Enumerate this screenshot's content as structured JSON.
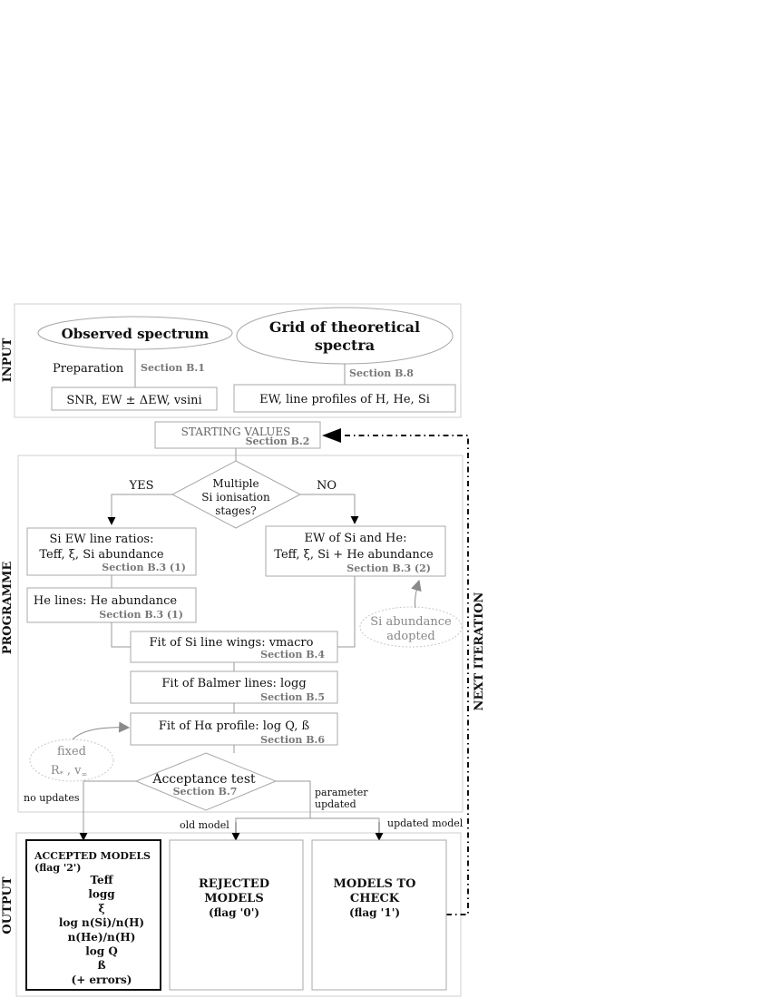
{
  "sections": {
    "input": "INPUT",
    "programme": "PROGRAMME",
    "output": "OUTPUT",
    "next_iteration": "NEXT ITERATION"
  },
  "input": {
    "observed_spectrum": "Observed spectrum",
    "grid_line1": "Grid of theoretical",
    "grid_line2": "spectra",
    "preparation": "Preparation",
    "section_b1": "Section B.1",
    "section_b8": "Section B.8",
    "snr_box": "SNR, EW ± ΔEW, vsini",
    "ew_profiles_box": "EW, line profiles of H, He, Si"
  },
  "starting": {
    "label": "STARTING VALUES",
    "section": "Section B.2"
  },
  "programme": {
    "decision_line1": "Multiple",
    "decision_line2": "Si ionisation",
    "decision_line3": "stages?",
    "yes": "YES",
    "no": "NO",
    "si_ratios_line1": "Si EW line ratios:",
    "si_ratios_line2": "Teff, ξ, Si abundance",
    "section_b3_1a": "Section B.3 (1)",
    "ew_si_he_line1": "EW of Si and He:",
    "ew_si_he_line2": "Teff, ξ, Si + He abundance",
    "section_b3_2": "Section B.3 (2)",
    "he_lines": "He lines: He abundance",
    "section_b3_1b": "Section B.3 (1)",
    "si_adopted_line1": "Si abundance",
    "si_adopted_line2": "adopted",
    "fit_si_wings": "Fit of Si line wings: vmacro",
    "section_b4": "Section B.4",
    "fit_balmer": "Fit of Balmer lines:  logg",
    "section_b5": "Section B.5",
    "fit_halpha": "Fit of Hα profile:  log Q, ß",
    "section_b6": "Section B.6",
    "fixed_line1": "fixed",
    "fixed_line2": "R",
    "fixed_sub1": "*",
    "fixed_sep": " , v",
    "fixed_sub2": "∞",
    "acceptance": "Acceptance test",
    "section_b7": "Section B.7",
    "no_updates": "no updates",
    "param_line1": "parameter",
    "param_line2": "updated",
    "old_model": "old model",
    "updated_model": "updated model"
  },
  "output": {
    "accepted_title": "ACCEPTED MODELS",
    "accepted_flag": "(flag '2')",
    "accepted_items": [
      "Teff",
      "logg",
      "ξ",
      "log n(Si)/n(H)",
      "n(He)/n(H)",
      "log Q",
      "ß",
      "(+ errors)"
    ],
    "rejected_line1": "REJECTED",
    "rejected_line2": "MODELS",
    "rejected_flag": "(flag '0')",
    "check_line1": "MODELS TO",
    "check_line2": "CHECK",
    "check_flag": "(flag '1')"
  }
}
